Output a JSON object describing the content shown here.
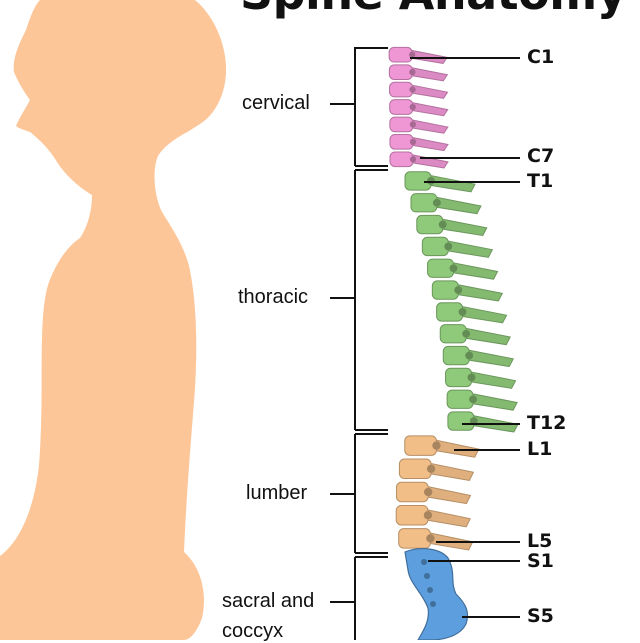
{
  "title": "Spine Anatomy",
  "regions": [
    {
      "name": "cervical",
      "lines": [
        "cervical"
      ]
    },
    {
      "name": "thoracic",
      "lines": [
        "thoracic"
      ]
    },
    {
      "name": "lumber",
      "lines": [
        "lumber"
      ]
    },
    {
      "name": "sacral-and-coccyx",
      "lines": [
        "sacral and",
        "coccyx"
      ]
    }
  ],
  "vertebra_labels": [
    "C1",
    "C7",
    "T1",
    "T12",
    "L1",
    "L5",
    "S1",
    "S5"
  ],
  "colors": {
    "body": "#fcc699",
    "cervical": "#ef96d4",
    "thoracic": "#8fc97a",
    "lumbar": "#f2be88",
    "sacral": "#5d9ede",
    "line": "#111111"
  }
}
